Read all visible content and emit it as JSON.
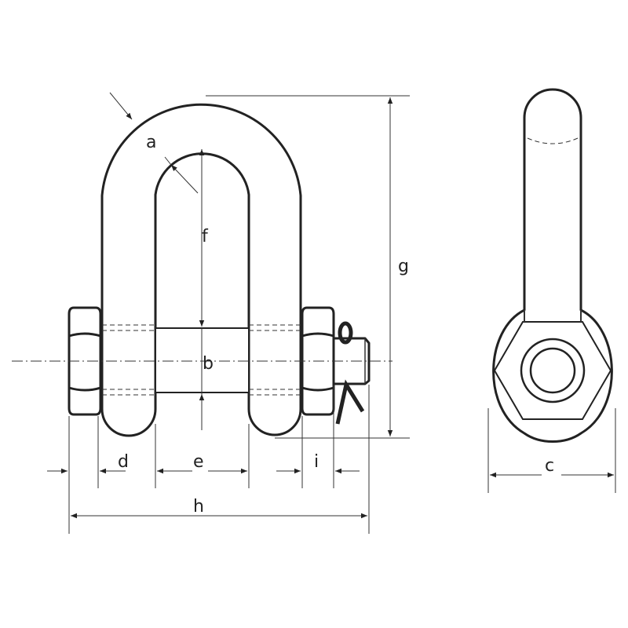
{
  "diagram": {
    "title": "Shackle dimensions",
    "labels": {
      "a": "a",
      "b": "b",
      "c": "c",
      "d": "d",
      "e": "e",
      "f": "f",
      "g": "g",
      "h": "h",
      "i": "i"
    },
    "line_color": "#222222"
  }
}
